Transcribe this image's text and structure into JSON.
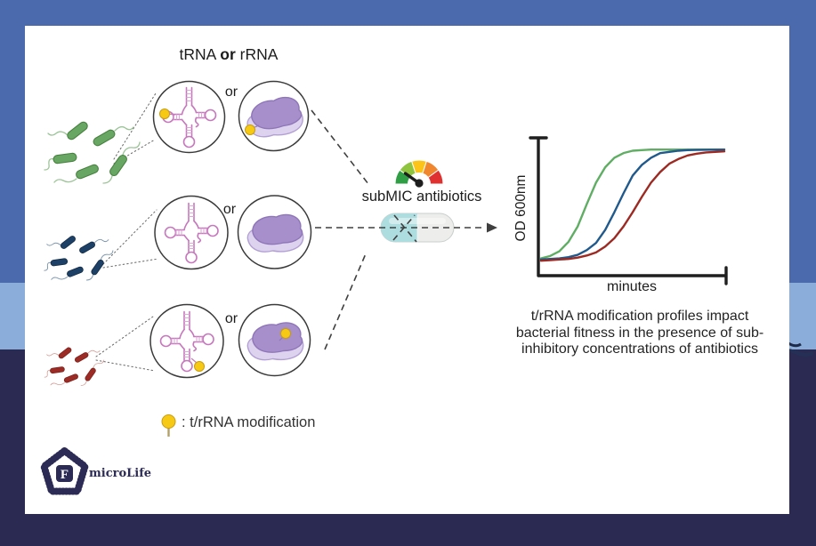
{
  "figure": {
    "title": {
      "pre": "tRNA",
      "emph": "or",
      "post": "rRNA"
    }
  },
  "strains": [
    {
      "id": "strain-green",
      "bacteria_color": "#68a763",
      "bacteria_outline": "#48813f",
      "flagella_color": "#9cc497",
      "or_label": "or",
      "trna_modification": true,
      "rrna_modification": true
    },
    {
      "id": "strain-blue",
      "bacteria_color": "#1d4166",
      "bacteria_outline": "#122a44",
      "flagella_color": "#7d96ad",
      "or_label": "or",
      "trna_modification": false,
      "rrna_modification": false
    },
    {
      "id": "strain-red",
      "bacteria_color": "#9b2b24",
      "bacteria_outline": "#77201a",
      "flagella_color": "#d39d94",
      "or_label": "or",
      "trna_modification": true,
      "rrna_modification": true
    }
  ],
  "treatment": {
    "label": "subMIC antibiotics",
    "gauge_colors": [
      "#2f9e44",
      "#8fc43e",
      "#fcc419",
      "#f0862e",
      "#e03131"
    ],
    "capsule_left_color": "#aedde0",
    "capsule_right_color": "#ededeb"
  },
  "chart_data": {
    "type": "line",
    "title": "",
    "xlabel": "minutes",
    "ylabel": "OD 600nm",
    "x_minutes": [
      0,
      5,
      10,
      15,
      20,
      25,
      30,
      35,
      40,
      45,
      50,
      55,
      60,
      65,
      70,
      75,
      80,
      85,
      90,
      95,
      100
    ],
    "series": [
      {
        "name": "green curve (fastest growth)",
        "color": "#5fae63",
        "values": [
          0.06,
          0.08,
          0.12,
          0.2,
          0.33,
          0.52,
          0.7,
          0.83,
          0.91,
          0.95,
          0.97,
          0.975,
          0.98,
          0.98,
          0.98,
          0.98,
          0.98,
          0.98,
          0.98,
          0.98,
          0.98
        ]
      },
      {
        "name": "blue curve (intermediate growth)",
        "color": "#20598c",
        "values": [
          0.05,
          0.055,
          0.06,
          0.07,
          0.09,
          0.13,
          0.19,
          0.3,
          0.45,
          0.61,
          0.76,
          0.85,
          0.91,
          0.95,
          0.96,
          0.97,
          0.975,
          0.977,
          0.978,
          0.979,
          0.98
        ]
      },
      {
        "name": "red curve (slowest growth)",
        "color": "#9c2a22",
        "values": [
          0.04,
          0.045,
          0.05,
          0.055,
          0.066,
          0.084,
          0.11,
          0.16,
          0.23,
          0.33,
          0.45,
          0.58,
          0.7,
          0.79,
          0.86,
          0.9,
          0.93,
          0.945,
          0.955,
          0.96,
          0.965
        ]
      }
    ],
    "ylim": [
      0,
      1
    ],
    "grid": false,
    "legend": "none",
    "ticks": "none shown"
  },
  "caption_lines": [
    "t/rRNA modification profiles impact",
    "bacterial fitness in the presence of sub-",
    "inhibitory concentrations of antibiotics"
  ],
  "legend": {
    "pin_color": "#f6c915",
    "label": ":  t/rRNA modification"
  },
  "logo": {
    "letter": "F",
    "name": "microLife",
    "color": "#2b2b55"
  },
  "palette": {
    "trna": "#c678bd",
    "trna_rungs": "#dcaad6",
    "ribosome_large_subunit": "#a78fcc",
    "ribosome_small_subunit": "#ded3ef",
    "modification_dot": "#f6c915",
    "background_top": "#4b69ad",
    "background_band": "#8badd9",
    "background_bottom": "#2a2a52"
  }
}
